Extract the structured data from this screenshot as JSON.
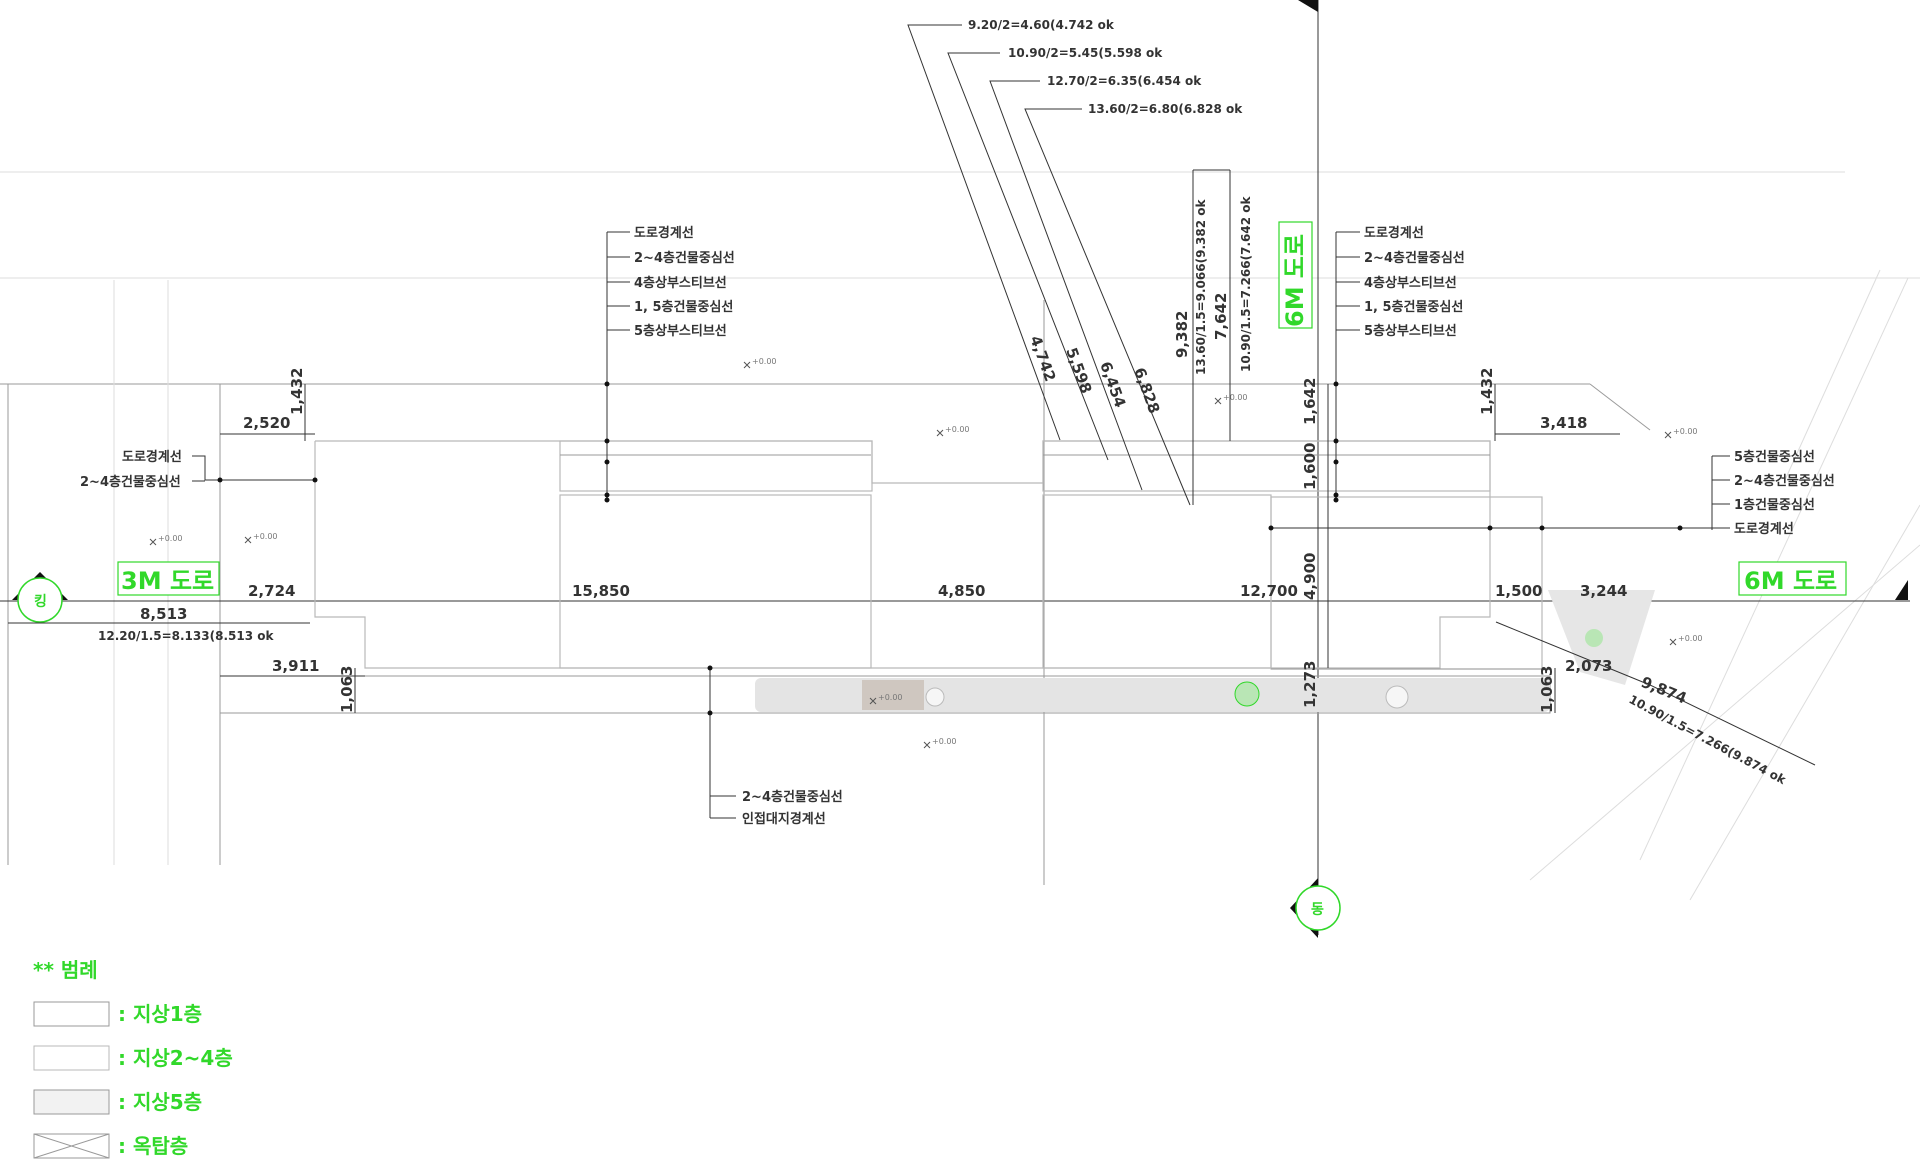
{
  "roads": {
    "west": "3M 도로",
    "north": "6M 도로",
    "east": "6M 도로"
  },
  "markers": {
    "west": "킹",
    "south": "동"
  },
  "top_formulas": [
    "9.20/2=4.60(4.742 ok",
    "10.90/2=5.45(5.598 ok",
    "12.70/2=6.35(6.454 ok",
    "13.60/2=6.80(6.828 ok"
  ],
  "diagonal_dims": [
    "4,742",
    "5,598",
    "6,454",
    "6,828"
  ],
  "vertical_notes": {
    "v1_value": "9,382",
    "v1_formula": "13.60/1.5=9.066(9.382 ok",
    "v2_value": "7,642",
    "v2_formula": "10.90/1.5=7.266(7.642 ok"
  },
  "leader_left": [
    "도로경계선",
    "2~4층건물중심선",
    "4층상부스티브선",
    "1, 5층건물중심선",
    "5층상부스티브선"
  ],
  "leader_right": [
    "도로경계선",
    "2~4층건물중심선",
    "4층상부스티브선",
    "1, 5층건물중심선",
    "5층상부스티브선"
  ],
  "leader_west": [
    "도로경계선",
    "2~4층건물중심선"
  ],
  "leader_east": [
    "5층건물중심선",
    "2~4층건물중심선",
    "1층건물중심선",
    "도로경계선"
  ],
  "leader_south": [
    "2~4층건물중심선",
    "인접대지경계선"
  ],
  "dims": {
    "d2520": "2,520",
    "d1432a": "1,432",
    "d1432b": "1,432",
    "d3418": "3,418",
    "d1642": "1,642",
    "d1600": "1,600",
    "d4900": "4,900",
    "d1273": "1,273",
    "d2724": "2,724",
    "d8513": "8,513",
    "f8513": "12.20/1.5=8.133(8.513 ok",
    "d15850": "15,850",
    "d4850": "4,850",
    "d12700": "12,700",
    "d1500": "1,500",
    "d3244": "3,244",
    "d3911": "3,911",
    "d1063a": "1,063",
    "d1063b": "1,063",
    "d2073": "2,073",
    "d9874": "9,874",
    "f9874": "10.90/1.5=7.266(9.874 ok"
  },
  "level_marks": [
    "+0.00",
    "+0.00",
    "+0.00",
    "+0.00",
    "+0.00",
    "+0.00",
    "+0.00",
    "+0.00",
    "+0.00"
  ],
  "legend": {
    "title": "** 범례",
    "items": [
      ": 지상1층",
      ": 지상2~4층",
      ": 지상5층",
      ": 옥탑층"
    ]
  },
  "colors": {
    "accent": "#31d82a",
    "line": "#333333",
    "building": "#b9b9b9"
  }
}
